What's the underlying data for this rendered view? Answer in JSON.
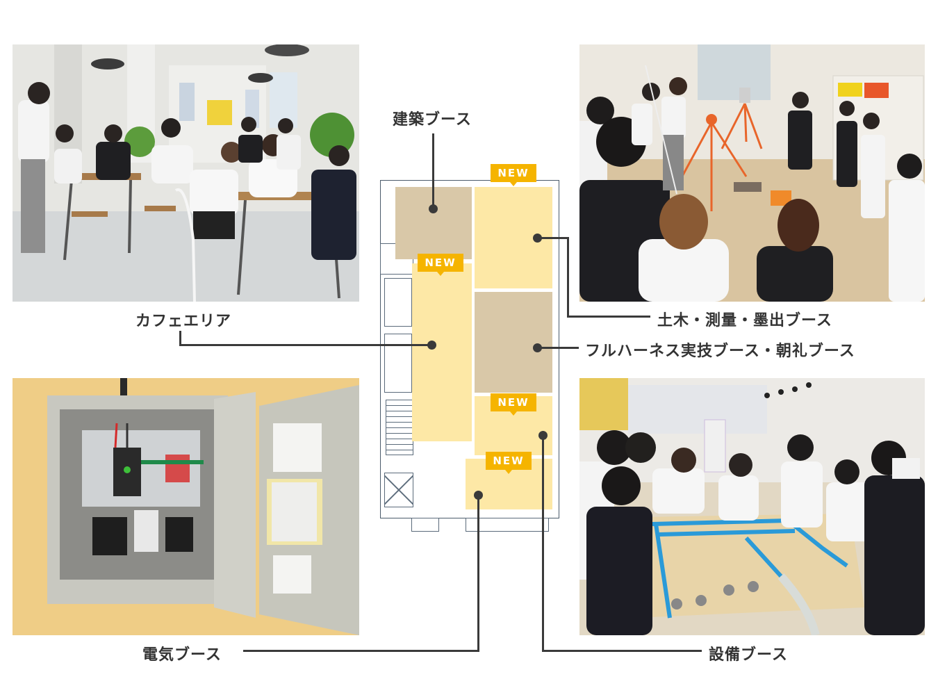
{
  "colors": {
    "booth_tan": "#d9c8a8",
    "booth_yellow": "#fde8a6",
    "badge": "#f5b400",
    "line": "#3a3a3a",
    "text": "#333333",
    "plan_wall": "#4a5a6a"
  },
  "badge_label": "NEW",
  "booths": [
    {
      "id": "architecture",
      "label": "建築ブース",
      "is_new": false
    },
    {
      "id": "civil-survey",
      "label": "土木・測量・墨出ブース",
      "is_new": true
    },
    {
      "id": "cafe",
      "label": "カフェエリア",
      "is_new": true
    },
    {
      "id": "harness",
      "label": "フルハーネス実技ブース・朝礼ブース",
      "is_new": false
    },
    {
      "id": "equipment",
      "label": "設備ブース",
      "is_new": true
    },
    {
      "id": "electric",
      "label": "電気ブース",
      "is_new": true
    }
  ],
  "photos": [
    {
      "id": "cafe-photo",
      "caption_ref": "カフェエリア",
      "scene": "people seated at wooden cafe tables"
    },
    {
      "id": "survey-photo",
      "caption_ref": "土木・測量・墨出ブース",
      "scene": "students around surveying tripods"
    },
    {
      "id": "electric-photo",
      "caption_ref": "電気ブース",
      "scene": "open electrical distribution panel"
    },
    {
      "id": "equipment-photo",
      "caption_ref": "設備ブース",
      "scene": "students assembling pipe fittings on table"
    }
  ]
}
